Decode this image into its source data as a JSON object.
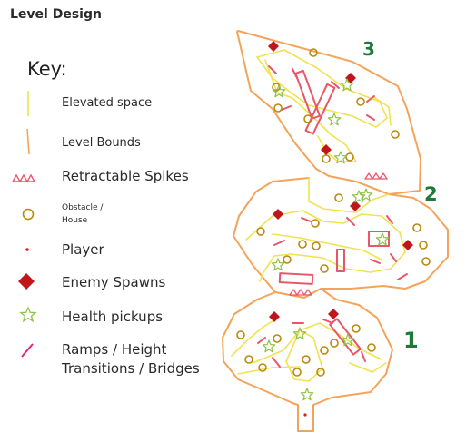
{
  "title": "Level Design",
  "key_heading": "Key:",
  "legend": [
    {
      "icon": "elevated-space-icon",
      "label": "Elevated space"
    },
    {
      "icon": "level-bounds-icon",
      "label": "Level Bounds"
    },
    {
      "icon": "retractable-spikes-icon",
      "label": "Retractable Spikes"
    },
    {
      "icon": "obstacle-house-icon",
      "label": "Obstacle /",
      "label2": "House"
    },
    {
      "icon": "player-icon",
      "label": "Player"
    },
    {
      "icon": "enemy-spawn-icon",
      "label": "Enemy Spawns"
    },
    {
      "icon": "health-pickup-icon",
      "label": "Health pickups"
    },
    {
      "icon": "ramp-icon",
      "label": "Ramps / Height",
      "label2": "Transitions / Bridges"
    }
  ],
  "level_numbers": {
    "one": "1",
    "two": "2",
    "three": "3"
  },
  "colors": {
    "elevated": "#f1e24f",
    "bounds": "#f4a45a",
    "ramp": "#ea5569",
    "enemy": "#c0151b",
    "obstacle": "#b88a0c",
    "health": "#8fc24a",
    "player": "#e0201e",
    "level_number": "#1f7a3a"
  }
}
